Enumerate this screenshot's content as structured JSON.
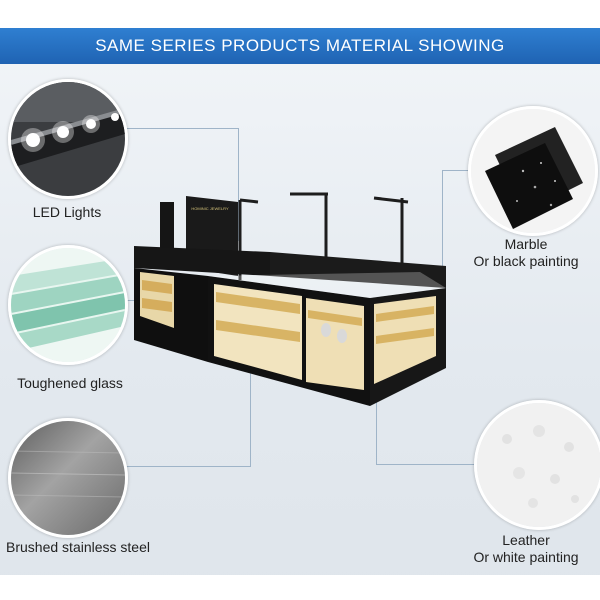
{
  "banner": {
    "title": "SAME SERIES PRODUCTS MATERIAL SHOWING"
  },
  "materials": {
    "led": {
      "label": "LED Lights",
      "icon": "led-strip-icon"
    },
    "glass": {
      "label": "Toughened glass",
      "icon": "glass-layers-icon"
    },
    "steel": {
      "label": "Brushed stainless steel",
      "icon": "brushed-steel-icon"
    },
    "marble": {
      "label_line1": "Marble",
      "label_line2": "Or black painting",
      "icon": "black-marble-icon"
    },
    "leather": {
      "label_line1": "Leather",
      "label_line2": "Or white painting",
      "icon": "white-leather-icon"
    }
  },
  "colors": {
    "banner": "#2a74c6",
    "kiosk_black": "#151515",
    "connector": "#9fb4c8"
  }
}
